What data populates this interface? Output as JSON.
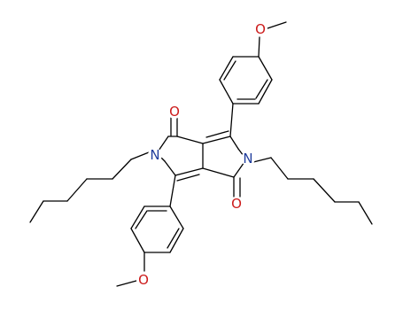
{
  "atoms": {
    "o_carbonyl_top": "O",
    "o_carbonyl_bottom": "O",
    "n_left": "N",
    "n_right": "N",
    "o_methoxy_top": "O",
    "o_methoxy_bottom": "O"
  },
  "colors": {
    "bond": "#000000",
    "nitrogen": "#1f3c9c",
    "oxygen": "#cc1a1a",
    "background": "#ffffff"
  }
}
